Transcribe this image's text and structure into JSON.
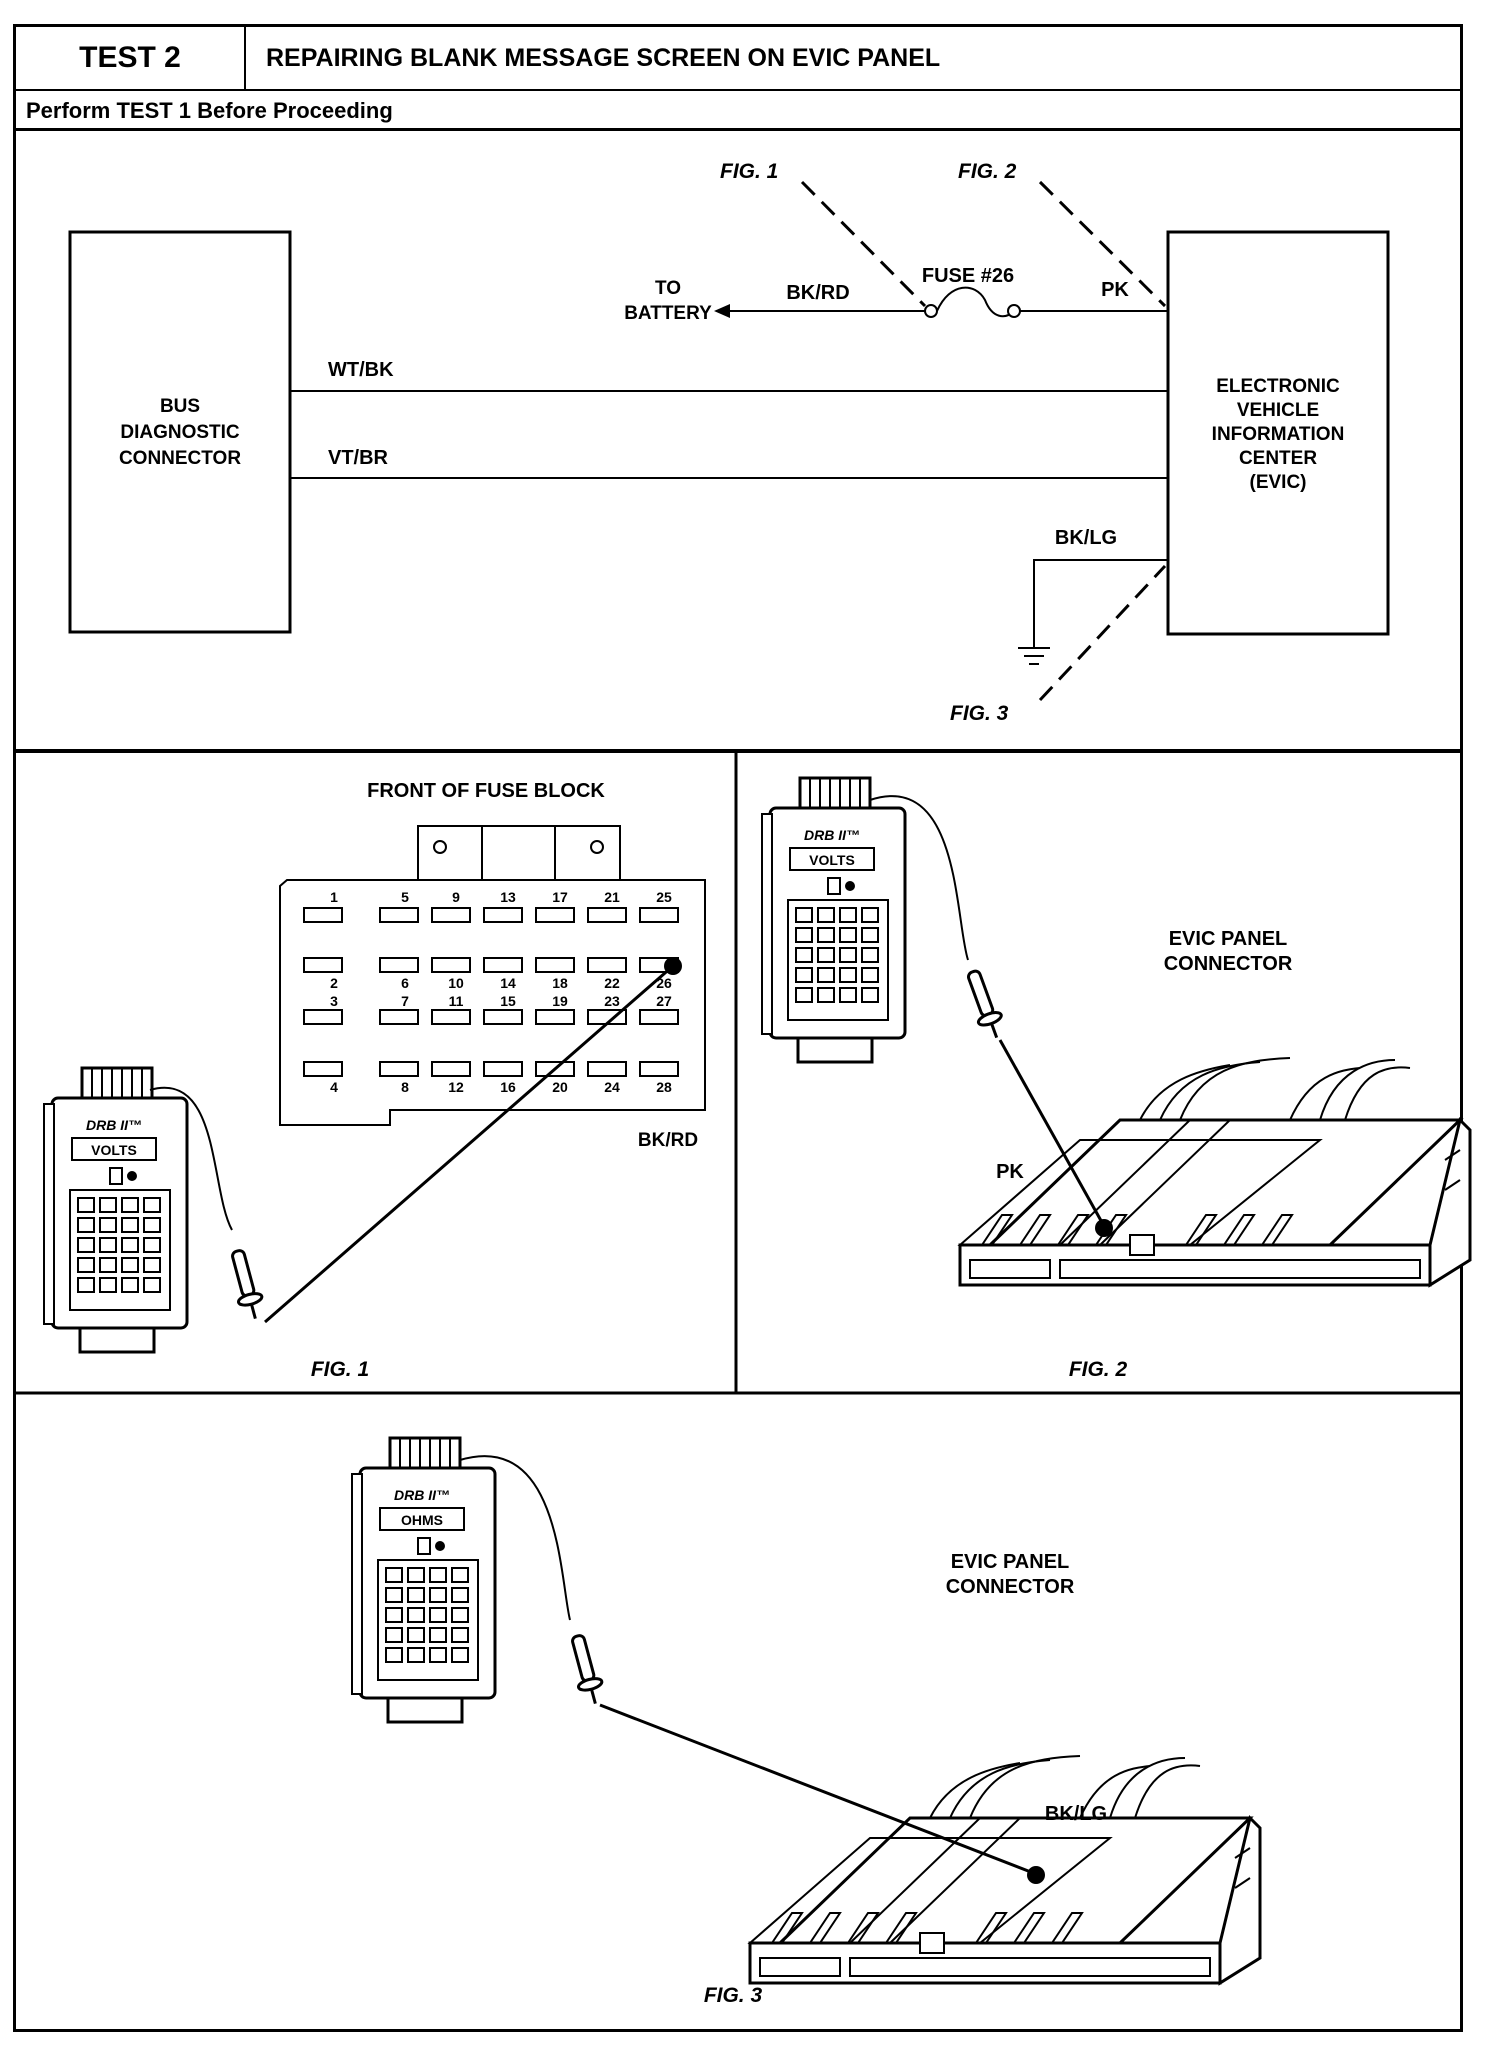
{
  "header": {
    "test_label": "TEST 2",
    "title": "REPAIRING BLANK MESSAGE SCREEN ON EVIC PANEL",
    "subtitle": "Perform TEST 1 Before Proceeding"
  },
  "schematic": {
    "fig1_callout": "FIG. 1",
    "fig2_callout": "FIG. 2",
    "fig3_callout": "FIG. 3",
    "bus_connector": [
      "BUS",
      "DIAGNOSTIC",
      "CONNECTOR"
    ],
    "evic_box": [
      "ELECTRONIC",
      "VEHICLE",
      "INFORMATION",
      "CENTER",
      "(EVIC)"
    ],
    "to_battery": [
      "TO",
      "BATTERY"
    ],
    "fuse_label": "FUSE #26",
    "wire_bkrd": "BK/RD",
    "wire_pk": "PK",
    "wire_wtbk": "WT/BK",
    "wire_vtbr": "VT/BR",
    "wire_bklg": "BK/LG"
  },
  "fig1": {
    "title": "FRONT OF FUSE BLOCK",
    "caption": "FIG. 1",
    "wire_label": "BK/RD",
    "meter_brand": "DRB II™",
    "meter_mode": "VOLTS",
    "fuse_numbers_row1": [
      "1",
      "5",
      "9",
      "13",
      "17",
      "21",
      "25"
    ],
    "fuse_numbers_row2": [
      "2",
      "6",
      "10",
      "14",
      "18",
      "22",
      "26"
    ],
    "fuse_numbers_row3": [
      "3",
      "7",
      "11",
      "15",
      "19",
      "23",
      "27"
    ],
    "fuse_numbers_row4": [
      "4",
      "8",
      "12",
      "16",
      "20",
      "24",
      "28"
    ]
  },
  "fig2": {
    "caption": "FIG. 2",
    "connector_label": [
      "EVIC PANEL",
      "CONNECTOR"
    ],
    "wire_label": "PK",
    "meter_brand": "DRB II™",
    "meter_mode": "VOLTS"
  },
  "fig3": {
    "caption": "FIG. 3",
    "connector_label": [
      "EVIC PANEL",
      "CONNECTOR"
    ],
    "wire_label": "BK/LG",
    "meter_brand": "DRB II™",
    "meter_mode": "OHMS"
  }
}
